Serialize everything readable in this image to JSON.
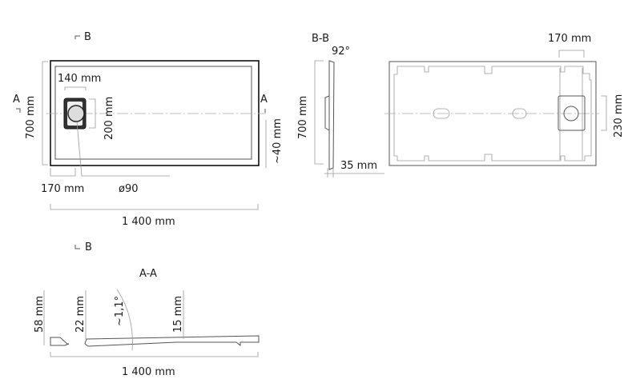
{
  "top_view": {
    "section_b_marker": "B",
    "section_a_left": "A",
    "section_a_right": "A",
    "drain_width": "140 mm",
    "drain_height": "200 mm",
    "height": "700 mm",
    "rim": "~40 mm",
    "drain_offset": "170 mm",
    "drain_diameter": "ø90",
    "length": "1 400 mm"
  },
  "section_bb": {
    "title": "B-B",
    "angle": "92°",
    "height": "700 mm",
    "thickness": "35 mm"
  },
  "bottom_view": {
    "drain_offset": "170 mm",
    "drain_zone": "230 mm"
  },
  "section_aa": {
    "section_b_marker": "B",
    "title": "A-A",
    "edge_height": "58 mm",
    "inner_height": "22 mm",
    "slope": "~1,1°",
    "center_height": "15 mm",
    "length": "1 400 mm"
  }
}
